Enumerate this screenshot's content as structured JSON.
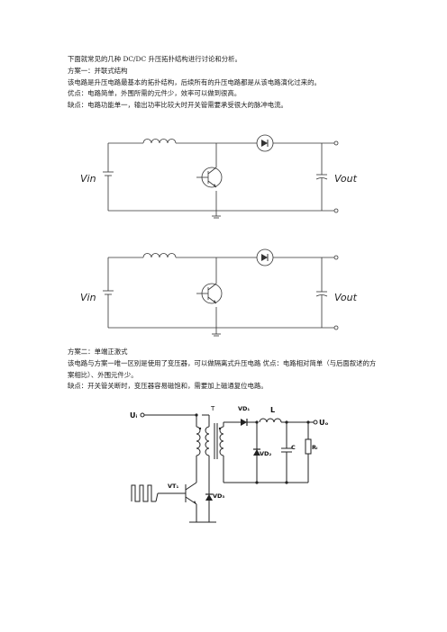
{
  "doc": {
    "intro": "下面就常见的几种 DC/DC 升压拓扑结构进行讨论和分析。",
    "scheme1": {
      "heading": "方案一：并联式结构",
      "desc": "该电路是升压电路最基本的拓扑结构，后续所有的升压电路都是从该电路演化过来的。",
      "pros": "优点：电路简单，外围所需的元件少，效率可以做到很高。",
      "cons": "缺点：电路功能单一，输出功率比较大时开关管需要承受很大的脉冲电流。"
    },
    "scheme2": {
      "heading": "方案二：单端正激式",
      "desc": "该电路与方案一唯一区别是使用了变压器，可以做隔离式升压电路 优点：电路相对简单（与后面叙述的方案相比）、外围元件少。",
      "cons": "缺点：开关管关断时，变压器容易磁饱和，需要加上磁通复位电路。"
    }
  },
  "circuit1": {
    "vin_label": "Vin",
    "vout_label": "Vout"
  },
  "circuit2": {
    "vin_label": "Vin",
    "vout_label": "Vout"
  },
  "circuit3": {
    "ui_label": "Uᵢ",
    "uo_label": "Uₒ",
    "t_label": "T",
    "vd1_label": "VD₁",
    "vd2_label": "VD₂",
    "vd3_label": "VD₃",
    "l_label": "L",
    "c_label": "C",
    "rl_label": "Rₗ",
    "vt1_label": "VT₁"
  }
}
